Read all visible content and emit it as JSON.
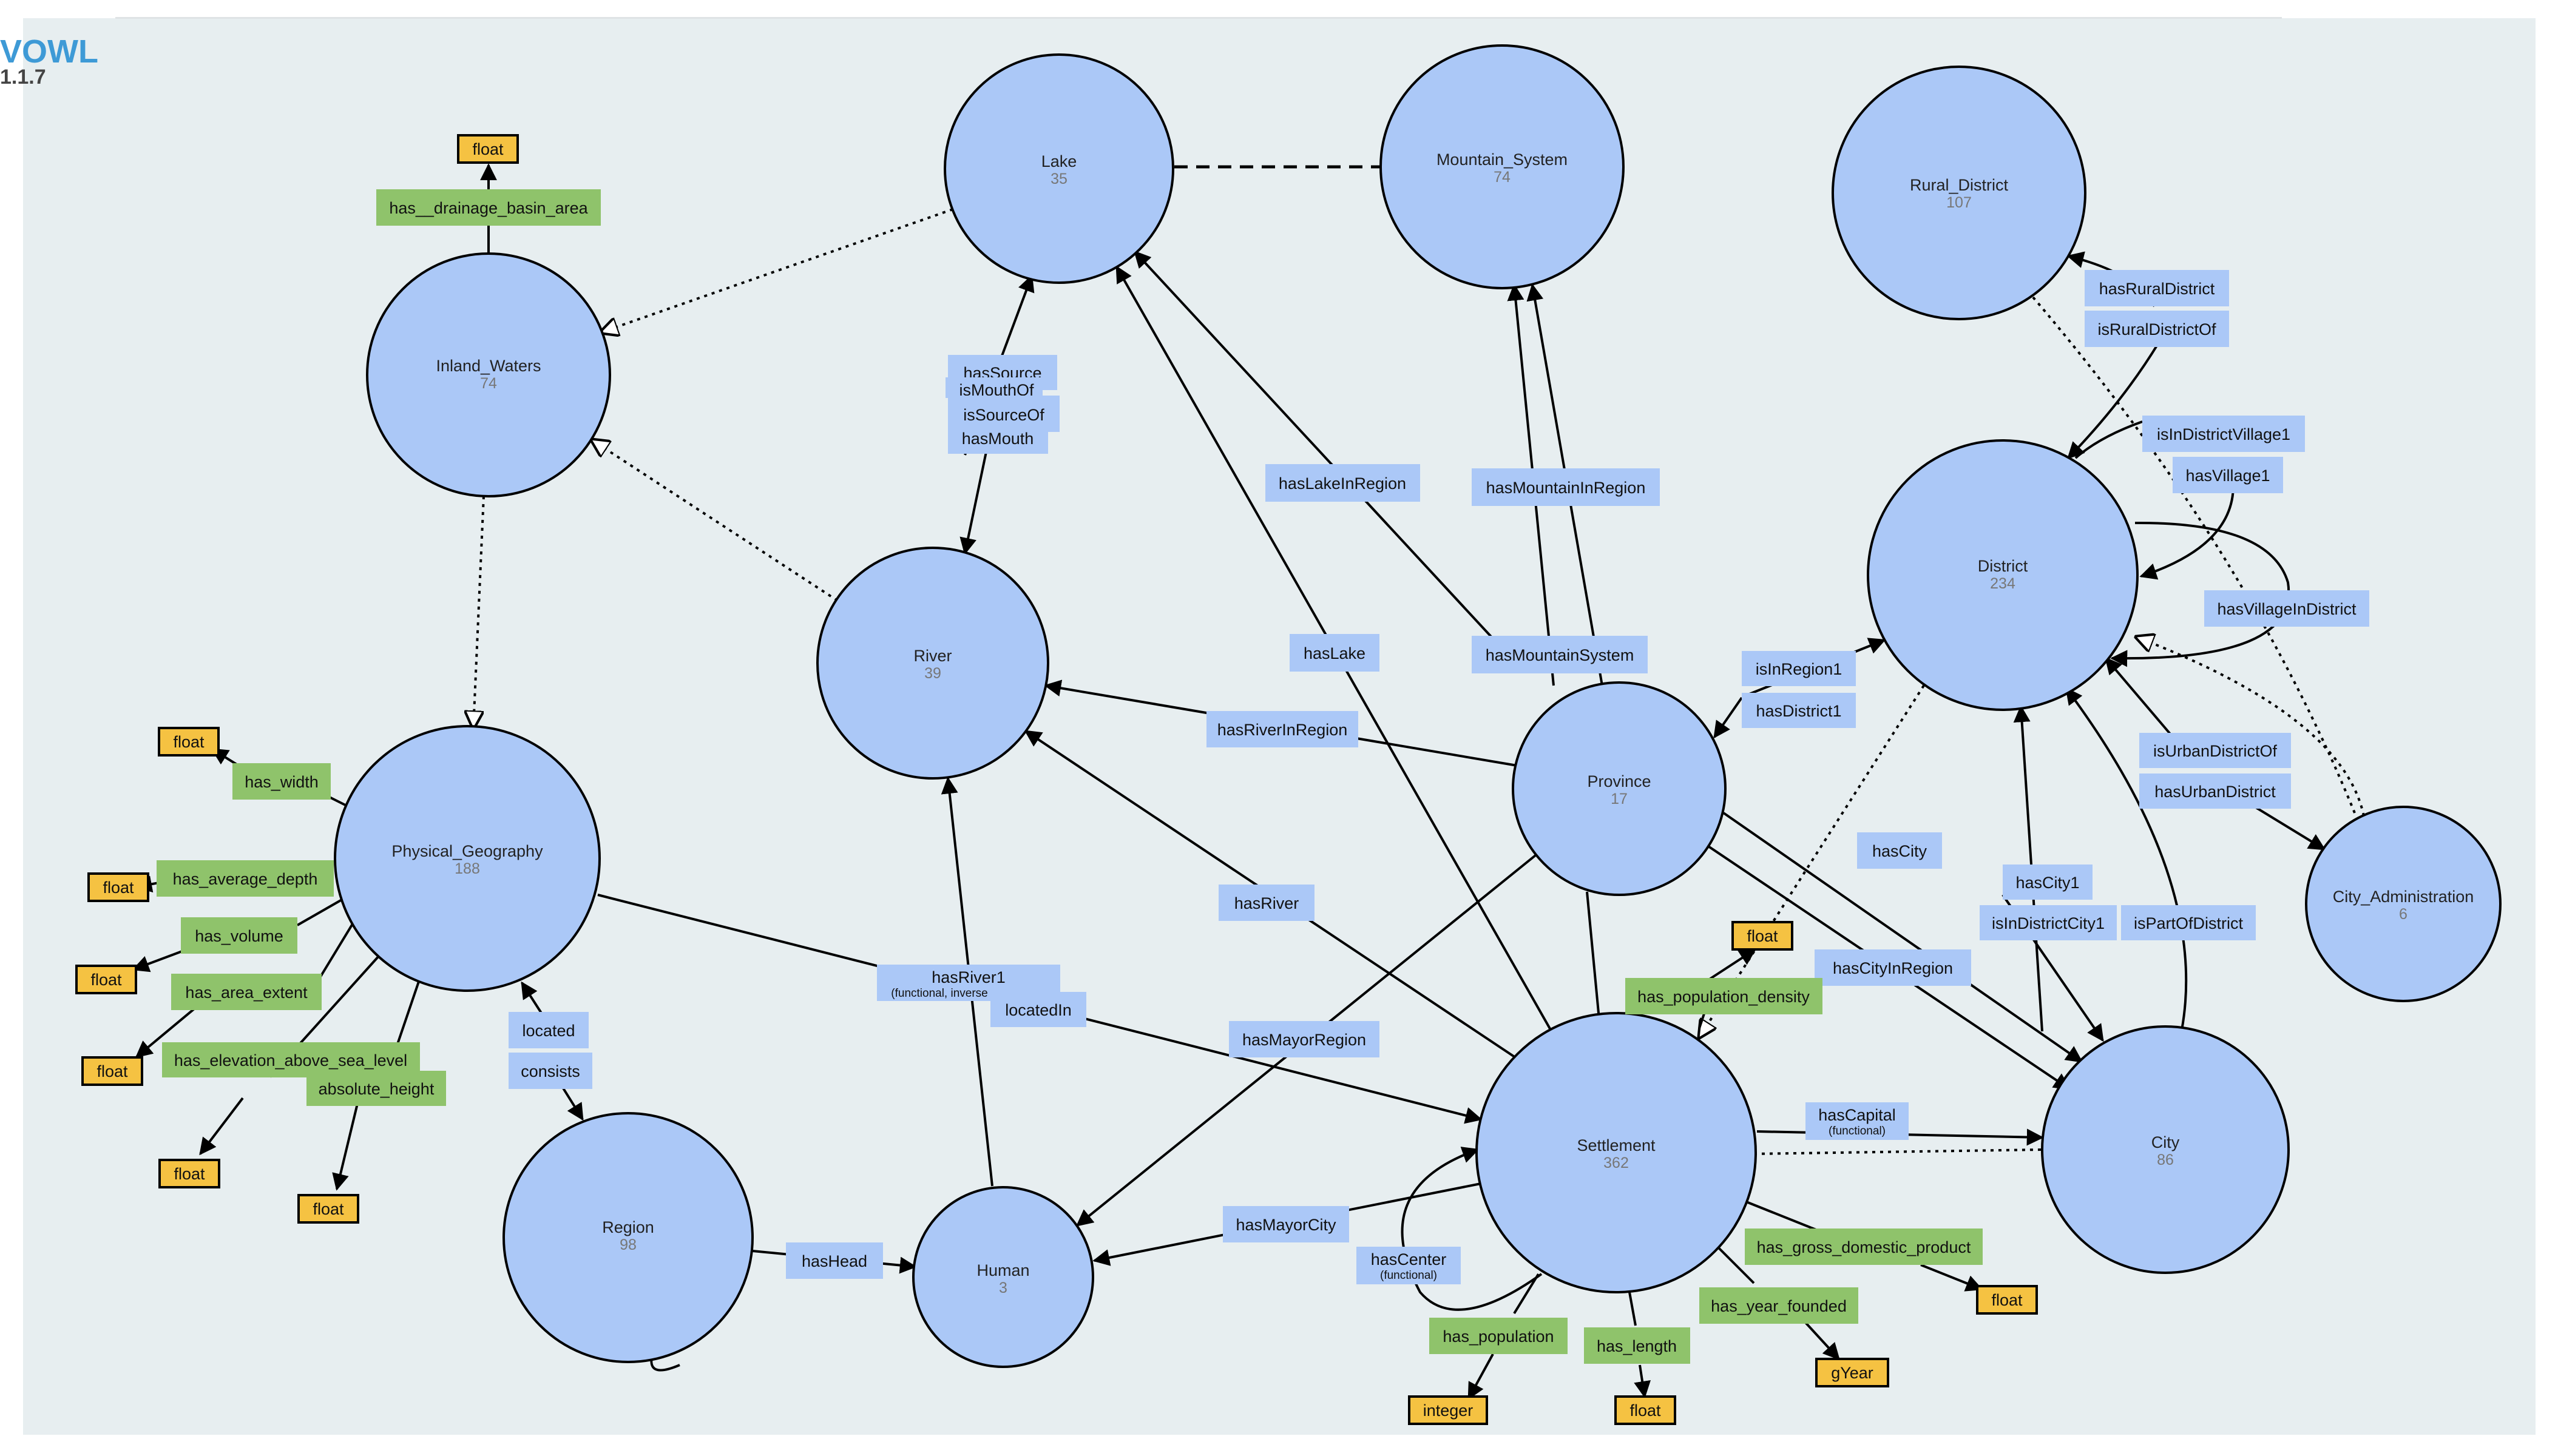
{
  "app": {
    "brand": "VOWL",
    "version": "1.1.7"
  },
  "classes": [
    {
      "id": "lake",
      "name": "Lake",
      "count": "35"
    },
    {
      "id": "mountain-system",
      "name": "Mountain_System",
      "count": "74"
    },
    {
      "id": "rural-district",
      "name": "Rural_District",
      "count": "107"
    },
    {
      "id": "inland-waters",
      "name": "Inland_Waters",
      "count": "74"
    },
    {
      "id": "district",
      "name": "District",
      "count": "234"
    },
    {
      "id": "river",
      "name": "River",
      "count": "39"
    },
    {
      "id": "province",
      "name": "Province",
      "count": "17"
    },
    {
      "id": "physical-geography",
      "name": "Physical_Geography",
      "count": "188"
    },
    {
      "id": "city-administration",
      "name": "City_Administration",
      "count": "6"
    },
    {
      "id": "settlement",
      "name": "Settlement",
      "count": "362"
    },
    {
      "id": "city",
      "name": "City",
      "count": "86"
    },
    {
      "id": "region",
      "name": "Region",
      "count": "98"
    },
    {
      "id": "human",
      "name": "Human",
      "count": "3"
    }
  ],
  "object_properties": [
    {
      "label": "hasSource"
    },
    {
      "label": "isMouthOf"
    },
    {
      "label": "isSourceOf"
    },
    {
      "label": "hasMouth"
    },
    {
      "label": "hasLakeInRegion"
    },
    {
      "label": "hasMountainInRegion"
    },
    {
      "label": "hasLake"
    },
    {
      "label": "hasMountainSystem"
    },
    {
      "label": "hasRiverInRegion"
    },
    {
      "label": "hasRiver"
    },
    {
      "label": "hasRuralDistrict"
    },
    {
      "label": "isRuralDistrictOf"
    },
    {
      "label": "isInDistrictVillage1"
    },
    {
      "label": "hasVillage1"
    },
    {
      "label": "hasVillageInDistrict"
    },
    {
      "label": "isInRegion1"
    },
    {
      "label": "hasDistrict1"
    },
    {
      "label": "isUrbanDistrictOf"
    },
    {
      "label": "hasUrbanDistrict"
    },
    {
      "label": "hasCity"
    },
    {
      "label": "hasCity1"
    },
    {
      "label": "isInDistrictCity1"
    },
    {
      "label": "isPartOfDistrict"
    },
    {
      "label": "hasCityInRegion"
    },
    {
      "label": "hasRiver1",
      "sub": "(functional, inverse"
    },
    {
      "label": "locatedIn"
    },
    {
      "label": "hasMayorRegion"
    },
    {
      "label": "located"
    },
    {
      "label": "consists"
    },
    {
      "label": "hasCapital",
      "sub": "(functional)"
    },
    {
      "label": "hasMayorCity"
    },
    {
      "label": "hasCenter",
      "sub": "(functional)"
    },
    {
      "label": "hasHead"
    }
  ],
  "datatype_properties": [
    {
      "label": "has__drainage_basin_area"
    },
    {
      "label": "has_width"
    },
    {
      "label": "has_average_depth"
    },
    {
      "label": "has_volume"
    },
    {
      "label": "has_area_extent"
    },
    {
      "label": "has_elevation_above_sea_level"
    },
    {
      "label": "absolute_height"
    },
    {
      "label": "has_population_density"
    },
    {
      "label": "has_gross_domestic_product"
    },
    {
      "label": "has_year_founded"
    },
    {
      "label": "has_population"
    },
    {
      "label": "has_length"
    }
  ],
  "literals": [
    {
      "type": "float"
    },
    {
      "type": "float"
    },
    {
      "type": "float"
    },
    {
      "type": "float"
    },
    {
      "type": "float"
    },
    {
      "type": "float"
    },
    {
      "type": "float"
    },
    {
      "type": "float"
    },
    {
      "type": "float"
    },
    {
      "type": "float"
    },
    {
      "type": "float"
    },
    {
      "type": "gYear"
    },
    {
      "type": "integer"
    }
  ],
  "colors": {
    "class_fill": "#abc8f7",
    "object_property": "#abc8f7",
    "datatype_property": "#8fc36b",
    "literal": "#f5c242",
    "brand": "#3e9ad6",
    "canvas": "#e7eef0"
  }
}
